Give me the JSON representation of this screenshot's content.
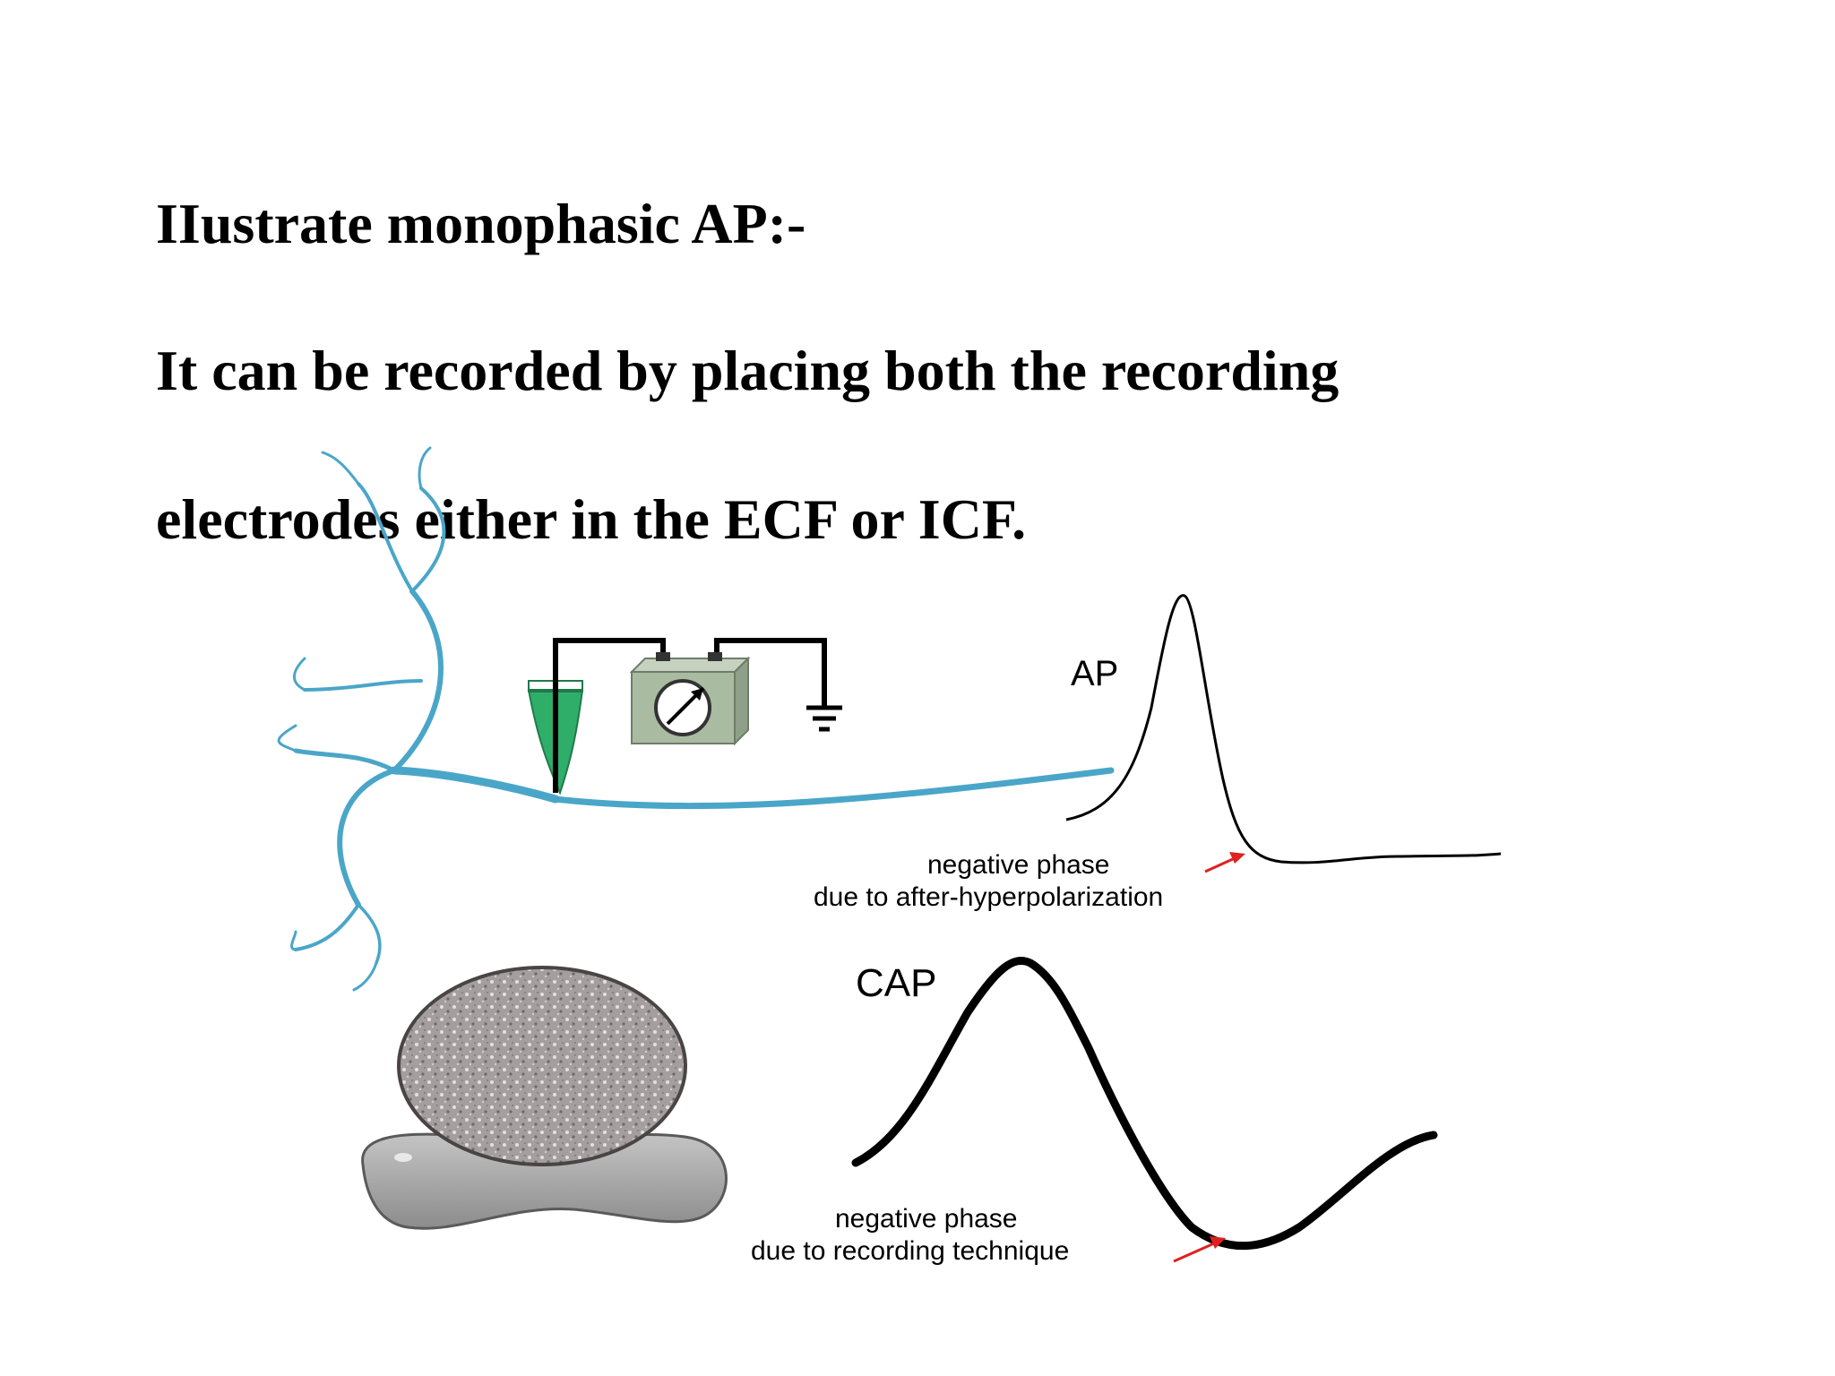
{
  "slide": {
    "title": "IIustrate monophasic AP:-",
    "line2": "It can be recorded by placing both the recording",
    "line3": "electrodes either in the ECF or ICF."
  },
  "figure": {
    "ap_label": "AP",
    "ap_note_line1": "negative phase",
    "ap_note_line2": "due to after-hyperpolarization",
    "cap_label": "CAP",
    "cap_note_line1": "negative phase",
    "cap_note_line2": "due to recording technique"
  },
  "colors": {
    "neuron": "#4aa6c8",
    "electrode_fluid": "#2fae6a",
    "meter_body": "#a9bba0",
    "arrow": "#e02020",
    "nerve_cross_section": "#9a9494",
    "nerve_base": "#a8a8a8"
  }
}
